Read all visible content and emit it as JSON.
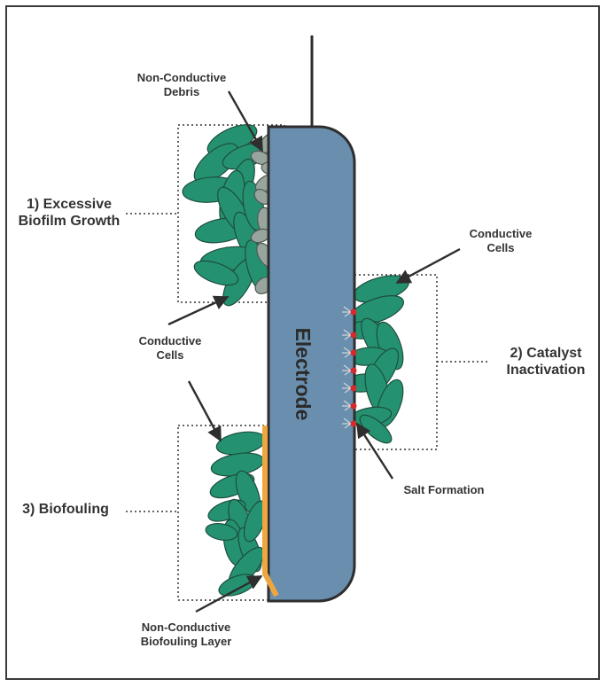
{
  "electrode": {
    "label": "Electrode",
    "fill_color": "#6a8fae",
    "stroke_color": "#2e2e2e"
  },
  "colors": {
    "conductive_cell": "#249270",
    "cell_outline": "#1e4d3f",
    "debris": "#97a59e",
    "debris_outline": "#4f5a55",
    "biofouling_layer": "#f0a640",
    "salt": "#d62b2b",
    "text": "#333333"
  },
  "labels": {
    "excessive_growth": [
      "1) Excessive",
      "Biofilm Growth"
    ],
    "catalyst_inactivation": [
      "2) Catalyst",
      "Inactivation"
    ],
    "biofouling": [
      "3) Biofouling"
    ],
    "non_conductive_debris": [
      "Non-Conductive",
      "Debris"
    ],
    "conductive_cells_top_right": [
      "Conductive",
      "Cells"
    ],
    "conductive_cells_mid": [
      "Conductive",
      "Cells"
    ],
    "salt_formation": [
      "Salt Formation"
    ],
    "non_conductive_layer": [
      "Non-Conductive",
      "Biofouling Layer"
    ]
  }
}
